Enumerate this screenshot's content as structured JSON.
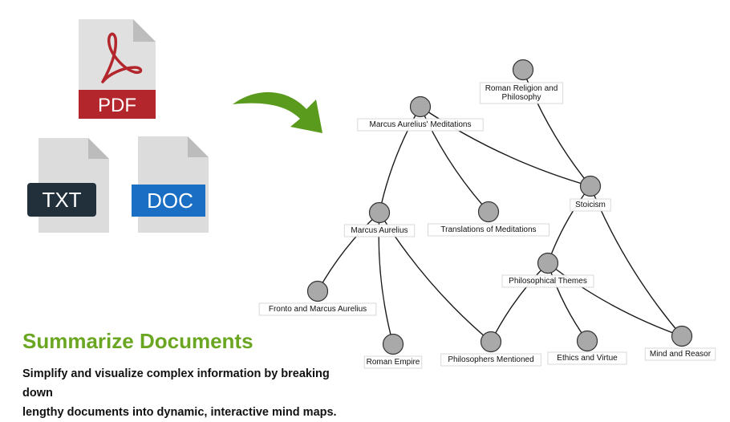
{
  "files": {
    "pdf_label": "PDF",
    "txt_label": "TXT",
    "doc_label": "DOC"
  },
  "colors": {
    "pdf_red": "#b3262c",
    "doc_blue": "#1a6fc4",
    "txt_dark": "#22303c",
    "heading_green": "#6aa621",
    "arrow_green": "#5a9a1c",
    "node_fill": "#a9a9a9"
  },
  "section": {
    "heading": "Summarize Documents",
    "description_line1": "Simplify and visualize complex information by breaking down",
    "description_line2": "lengthy documents into dynamic, interactive mind maps."
  },
  "mindmap": {
    "nodes": [
      {
        "id": "meditations",
        "label": "Marcus Aurelius' Meditations"
      },
      {
        "id": "roman_religion",
        "label": "Roman Religion and Philosophy"
      },
      {
        "id": "stoicism",
        "label": "Stoicism"
      },
      {
        "id": "marcus",
        "label": "Marcus Aurelius"
      },
      {
        "id": "translations",
        "label": "Translations of Meditations"
      },
      {
        "id": "themes",
        "label": "Philosophical Themes"
      },
      {
        "id": "fronto",
        "label": "Fronto and Marcus Aurelius"
      },
      {
        "id": "empire",
        "label": "Roman Empire"
      },
      {
        "id": "philosophers",
        "label": "Philosophers Mentioned"
      },
      {
        "id": "ethics",
        "label": "Ethics and Virtue"
      },
      {
        "id": "mind",
        "label": "Mind and Reasor"
      }
    ],
    "edges": [
      [
        "meditations",
        "marcus"
      ],
      [
        "meditations",
        "translations"
      ],
      [
        "meditations",
        "stoicism"
      ],
      [
        "roman_religion",
        "stoicism"
      ],
      [
        "stoicism",
        "themes"
      ],
      [
        "stoicism",
        "mind"
      ],
      [
        "marcus",
        "fronto"
      ],
      [
        "marcus",
        "empire"
      ],
      [
        "marcus",
        "philosophers"
      ],
      [
        "themes",
        "philosophers"
      ],
      [
        "themes",
        "ethics"
      ],
      [
        "themes",
        "mind"
      ]
    ]
  }
}
